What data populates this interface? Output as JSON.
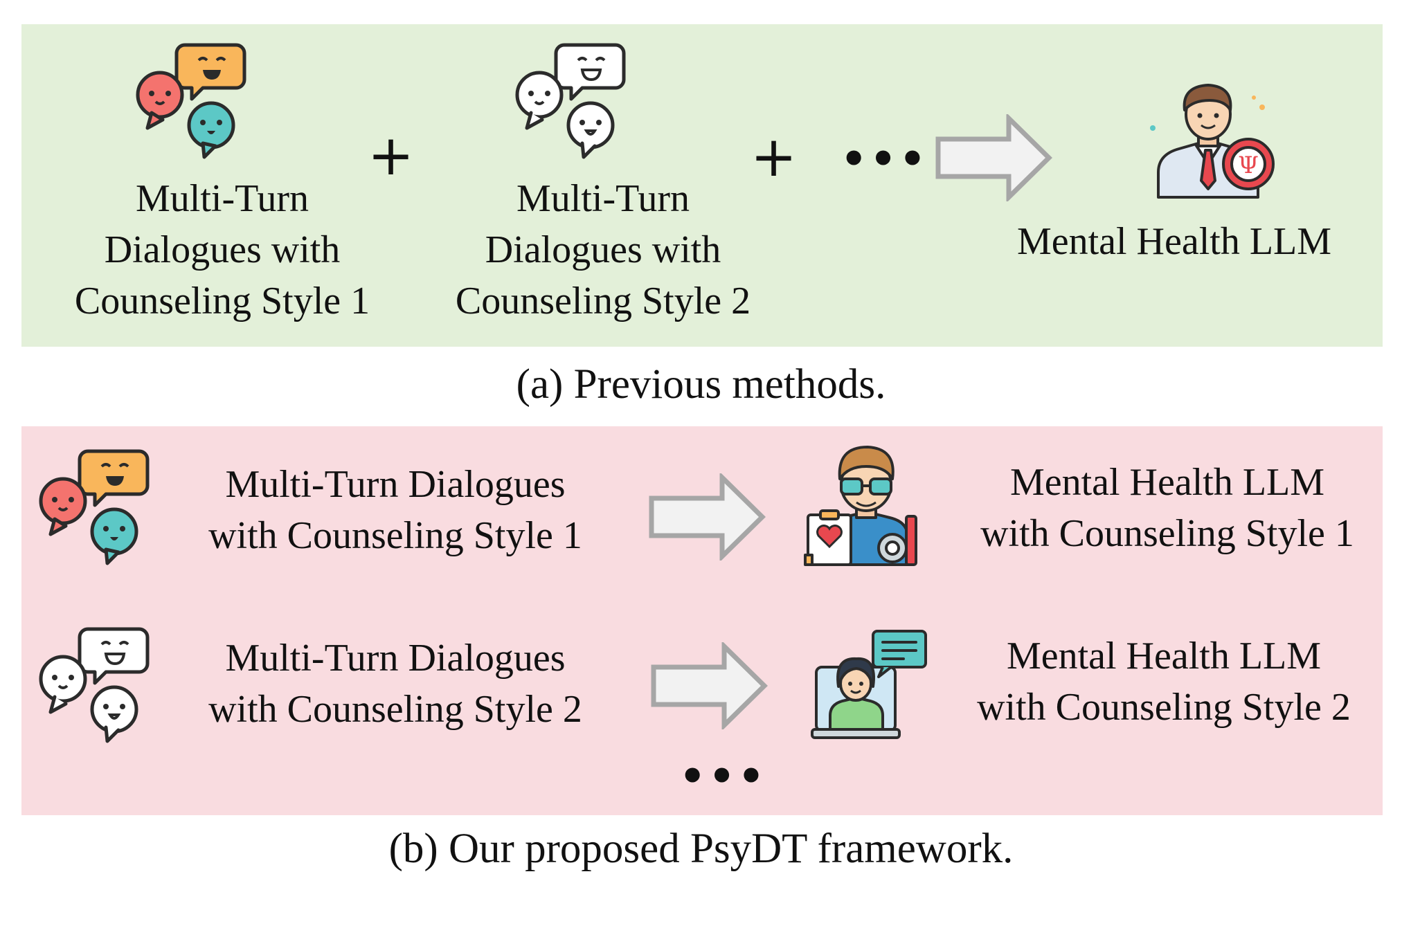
{
  "colors": {
    "panel_a_bg": "#e3f0d9",
    "panel_b_bg": "#f9dce0",
    "arrow_fill": "#f2f2f2",
    "arrow_stroke": "#a6a6a6",
    "bubble_red": "#f4736e",
    "bubble_orange": "#f9b65b",
    "bubble_teal": "#5cc8c6",
    "outline": "#2b2b2b"
  },
  "panel_a": {
    "caption": "(a) Previous methods.",
    "dialogue_1": [
      "Multi-Turn",
      "Dialogues with",
      "Counseling Style 1"
    ],
    "dialogue_2": [
      "Multi-Turn",
      "Dialogues with",
      "Counseling Style 2"
    ],
    "plus": "+",
    "ellipsis": "•••",
    "result": "Mental Health LLM",
    "icons": [
      "colored-chat-bubbles-icon",
      "outline-chat-bubbles-icon",
      "arrow-icon",
      "psychologist-icon"
    ]
  },
  "panel_b": {
    "caption": "(b) Our proposed PsyDT framework.",
    "rows": [
      {
        "dialogue": [
          "Multi-Turn Dialogues",
          "with Counseling Style 1"
        ],
        "result": [
          "Mental Health LLM",
          "with Counseling Style 1"
        ],
        "icons": [
          "colored-chat-bubbles-icon",
          "arrow-icon",
          "counselor-with-glasses-icon"
        ]
      },
      {
        "dialogue": [
          "Multi-Turn Dialogues",
          "with Counseling Style 2"
        ],
        "result": [
          "Mental Health LLM",
          "with Counseling Style 2"
        ],
        "icons": [
          "outline-chat-bubbles-icon",
          "arrow-icon",
          "online-counselor-icon"
        ]
      }
    ],
    "ellipsis": "•••"
  }
}
